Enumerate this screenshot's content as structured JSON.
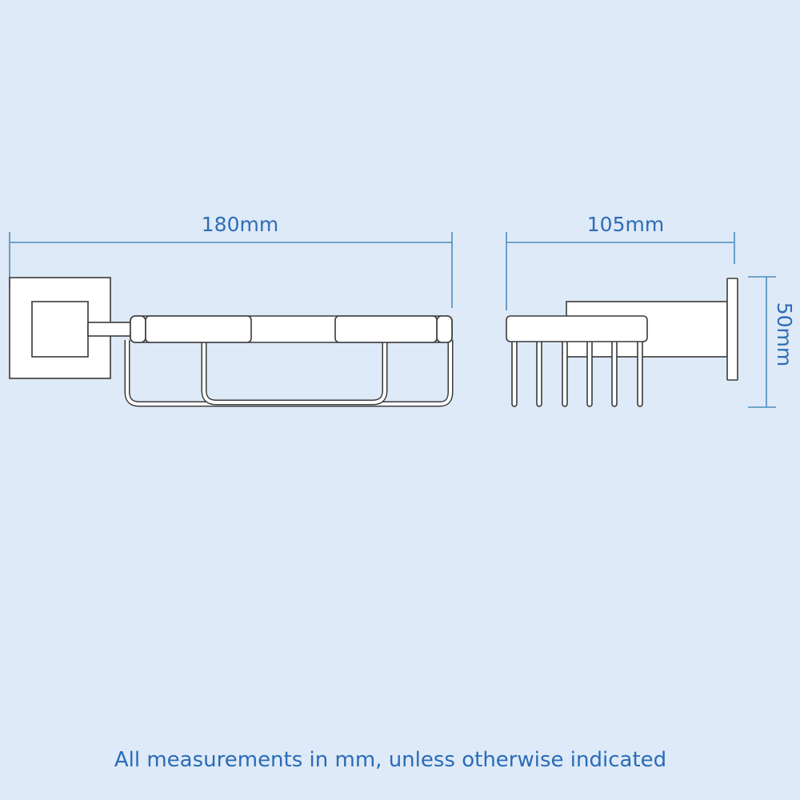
{
  "dimensions": {
    "width_front": "180mm",
    "depth_side": "105mm",
    "height_side": "50mm"
  },
  "footer": "All measurements in mm, unless otherwise indicated",
  "colors": {
    "background": "#deeaf7",
    "dimension": "#4f8bbd",
    "text": "#2f6db5"
  }
}
